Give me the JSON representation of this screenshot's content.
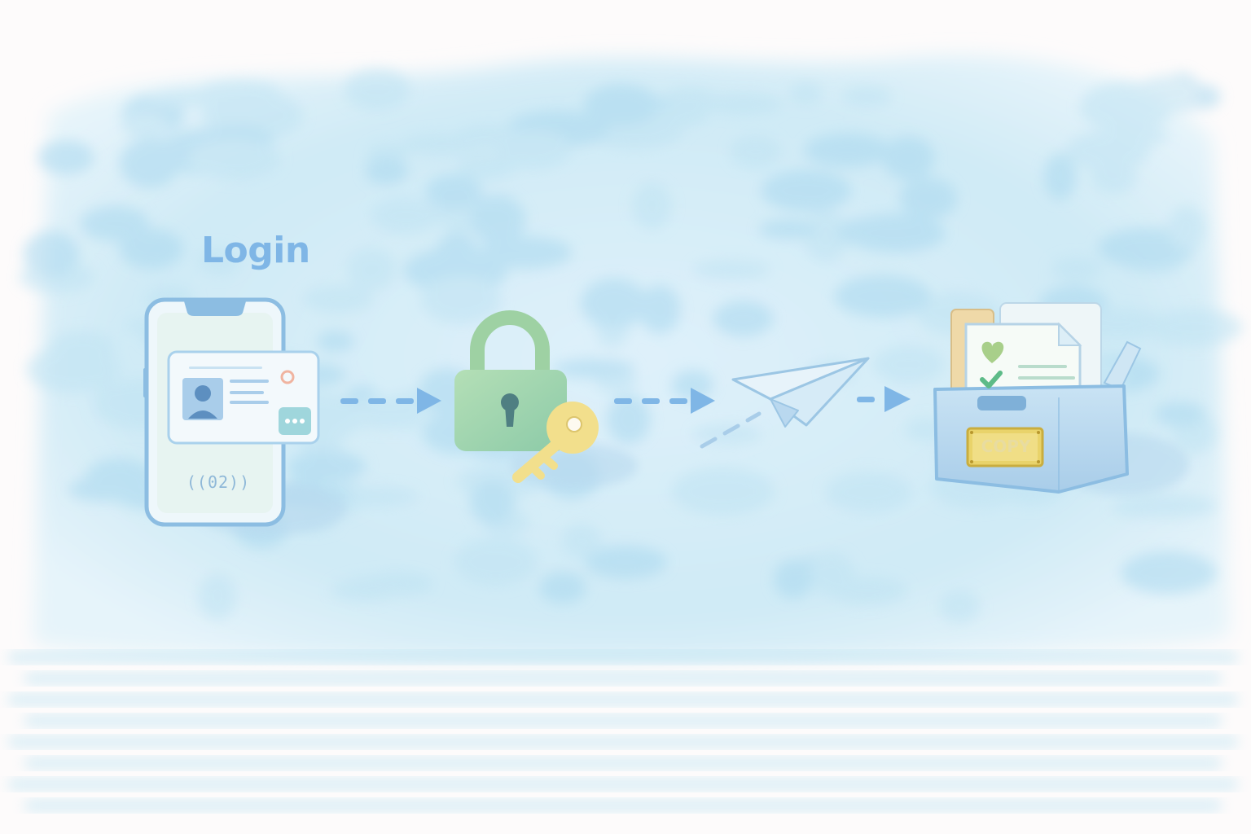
{
  "title": "Login",
  "phone": {
    "code_label": "((02))"
  },
  "archive": {
    "stamp_label": "COPY"
  },
  "colors": {
    "accent_blue": "#7fb6e6",
    "lock_green": "#9ed1a3",
    "key_yellow": "#f2df8c",
    "box_blue": "#b9d8ef",
    "background_wash": "#cde9f6"
  },
  "icons": [
    "phone-icon",
    "id-card-icon",
    "chat-bubble-icon",
    "padlock-icon",
    "key-icon",
    "paper-plane-icon",
    "document-box-icon",
    "heart-icon",
    "checkmark-icon"
  ]
}
